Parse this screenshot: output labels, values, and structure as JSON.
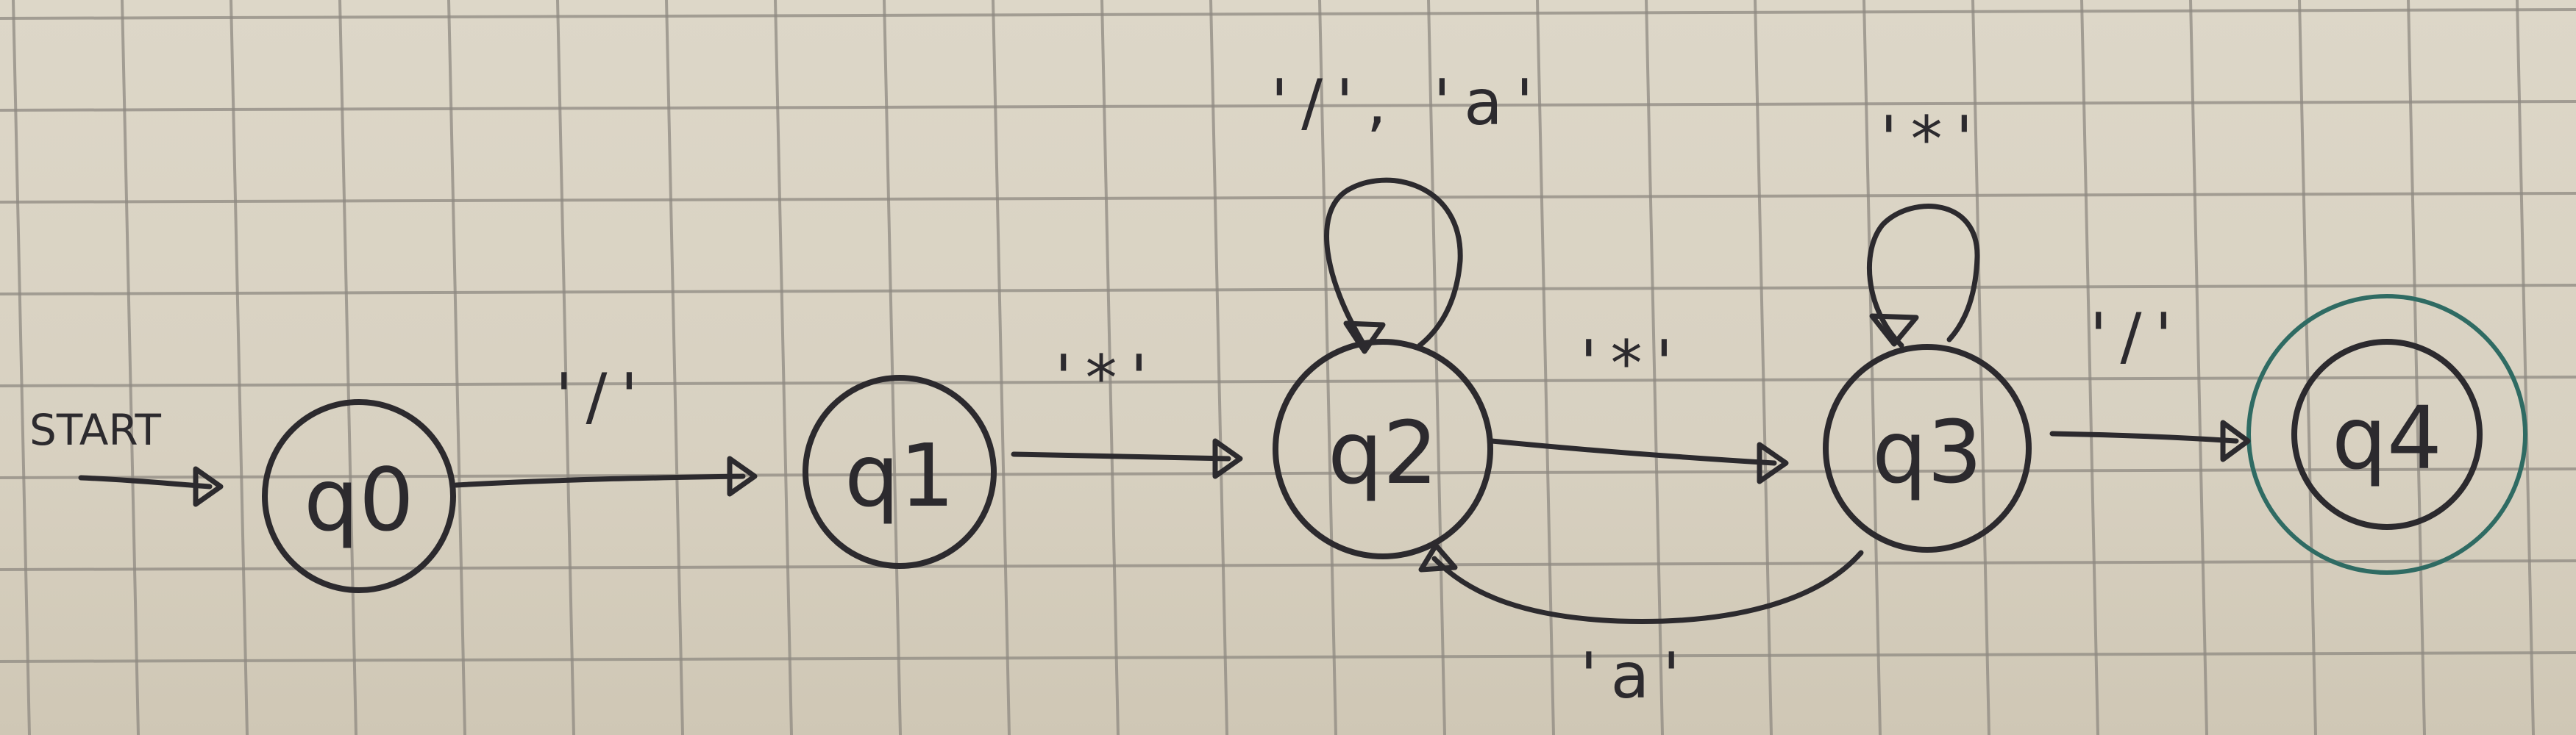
{
  "diagram": {
    "type": "finite-state-automaton",
    "start_label": "START",
    "states": [
      {
        "id": "q0",
        "label": "q0",
        "accepting": false
      },
      {
        "id": "q1",
        "label": "q1",
        "accepting": false
      },
      {
        "id": "q2",
        "label": "q2",
        "accepting": false
      },
      {
        "id": "q3",
        "label": "q3",
        "accepting": false
      },
      {
        "id": "q4",
        "label": "q4",
        "accepting": true
      }
    ],
    "transitions": [
      {
        "from": "q0",
        "to": "q1",
        "label": "'/'"
      },
      {
        "from": "q1",
        "to": "q2",
        "label": "'*'"
      },
      {
        "from": "q2",
        "to": "q2",
        "label": "'/', 'a'"
      },
      {
        "from": "q2",
        "to": "q3",
        "label": "'*'"
      },
      {
        "from": "q3",
        "to": "q3",
        "label": "'*'"
      },
      {
        "from": "q3",
        "to": "q4",
        "label": "'/'"
      },
      {
        "from": "q3",
        "to": "q2",
        "label": "'a'"
      }
    ],
    "colors": {
      "ink": "#2c2a2e",
      "accepting_outline": "#2f6b63",
      "paper": "#d9d3c4",
      "grid": "#8f8a82"
    }
  }
}
